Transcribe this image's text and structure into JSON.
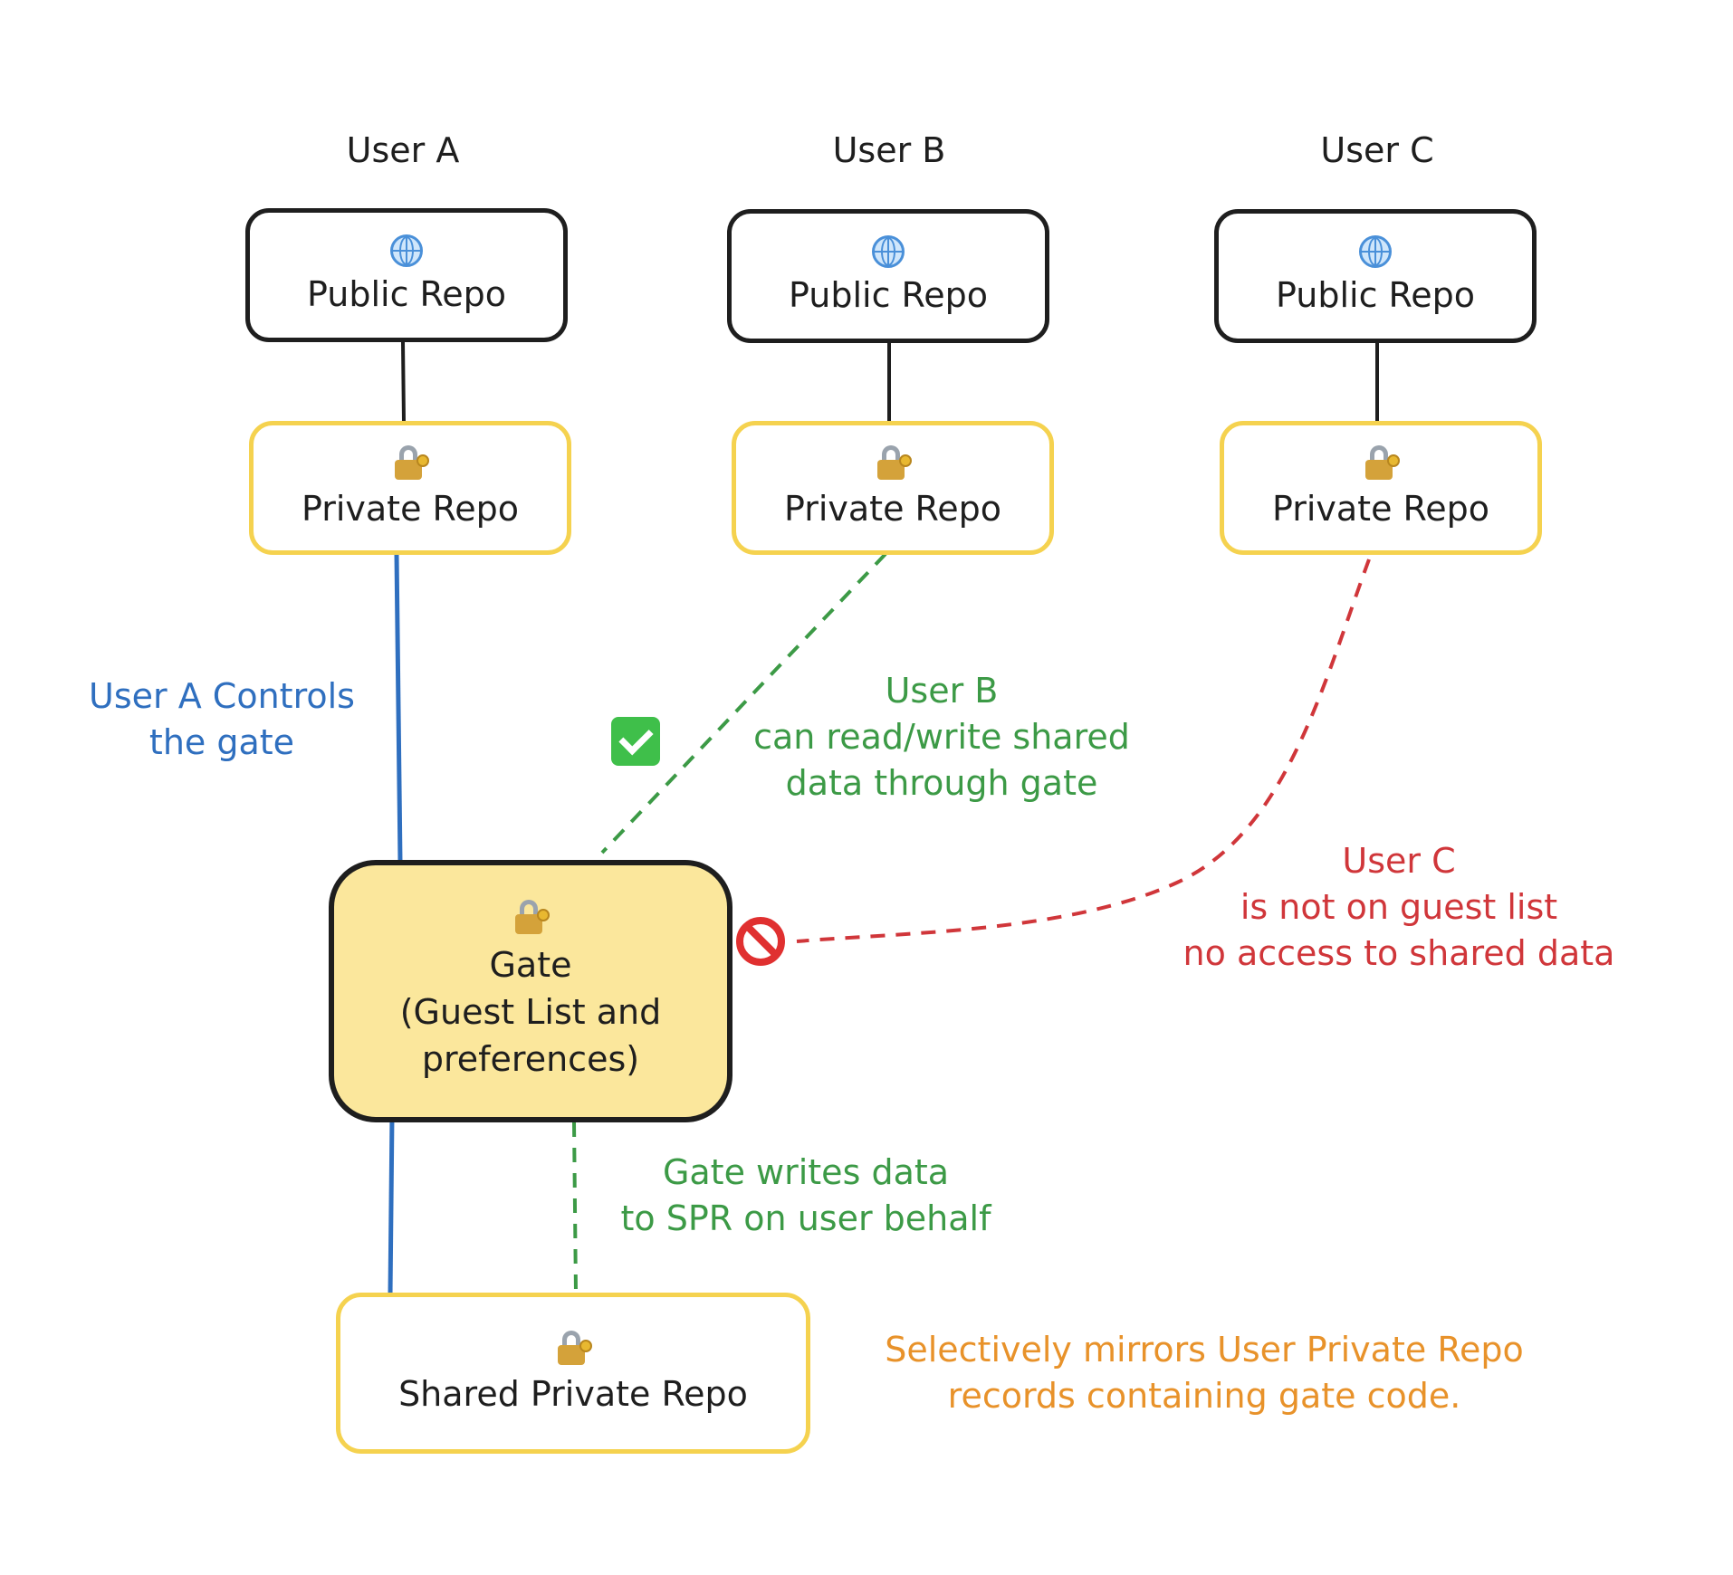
{
  "users": [
    {
      "label": "User A",
      "public_repo": "Public Repo",
      "private_repo": "Private Repo"
    },
    {
      "label": "User B",
      "public_repo": "Public Repo",
      "private_repo": "Private Repo"
    },
    {
      "label": "User C",
      "public_repo": "Public Repo",
      "private_repo": "Private Repo"
    }
  ],
  "gate": {
    "line1": "Gate",
    "line2": "(Guest List and",
    "line3": "preferences)"
  },
  "shared_repo": {
    "label": "Shared Private Repo"
  },
  "annotations": {
    "user_a": {
      "line1": "User A Controls",
      "line2": "the gate"
    },
    "user_b": {
      "line1": "User B",
      "line2": "can read/write shared",
      "line3": "data through gate"
    },
    "user_c": {
      "line1": "User C",
      "line2": "is not on guest list",
      "line3": "no access to shared data"
    },
    "gate_writes": {
      "line1": "Gate writes data",
      "line2": "to SPR on user behalf"
    },
    "mirror": {
      "line1": "Selectively mirrors User Private Repo",
      "line2": "records containing gate code."
    }
  },
  "colors": {
    "control": "#2f6fbf",
    "allowed": "#3c9a46",
    "denied": "#d0363a",
    "note": "#e8922a",
    "private_border": "#f5d24f",
    "gate_fill": "#fbe79c"
  },
  "icons": {
    "public": "globe-icon",
    "private": "lock-icon",
    "allowed": "check-icon",
    "denied": "no-entry-icon"
  }
}
